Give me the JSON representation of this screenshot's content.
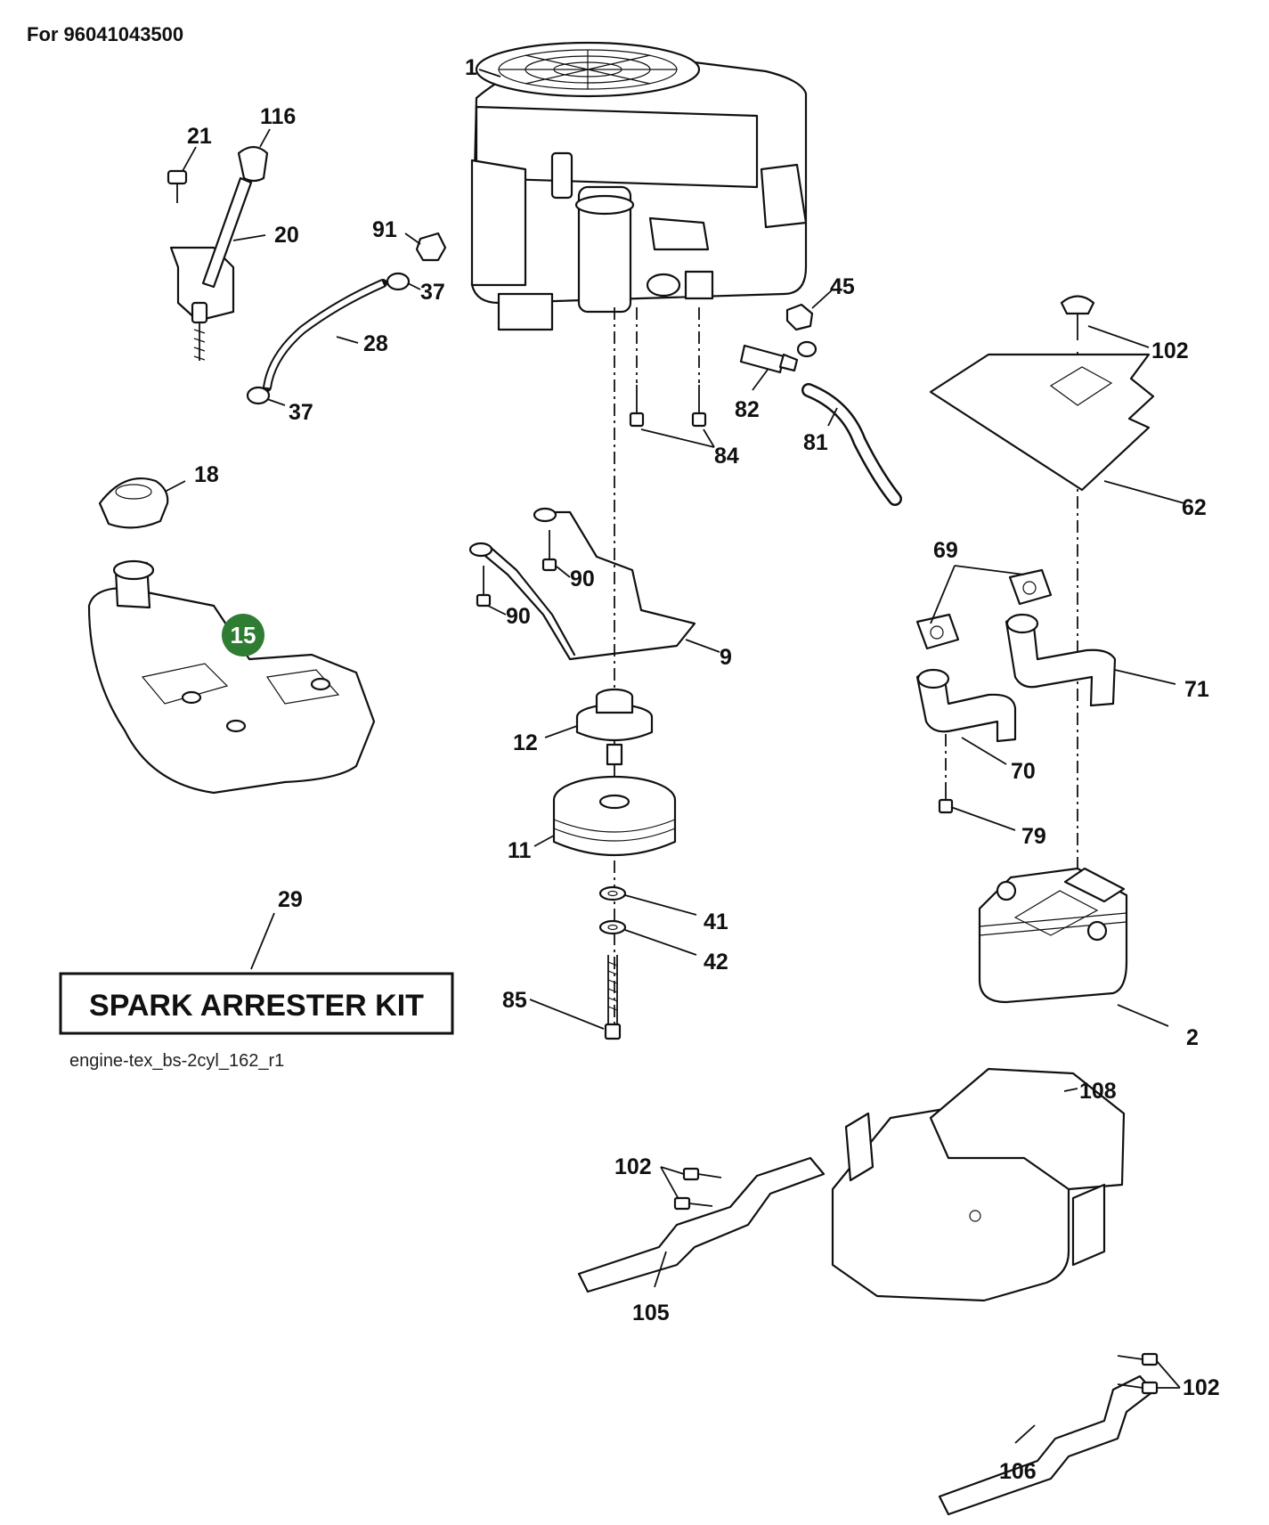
{
  "header": {
    "model_caption": "For 96041043500"
  },
  "kit_box": {
    "label": "SPARK ARRESTER KIT",
    "ref_number": "29"
  },
  "diagram_filename": "engine-tex_bs-2cyl_162_r1",
  "highlight": {
    "number": "15",
    "color": "#2e7d32"
  },
  "callouts": [
    {
      "key": "c1",
      "number": "1"
    },
    {
      "key": "c116",
      "number": "116"
    },
    {
      "key": "c21",
      "number": "21"
    },
    {
      "key": "c20",
      "number": "20"
    },
    {
      "key": "c91",
      "number": "91"
    },
    {
      "key": "c37a",
      "number": "37"
    },
    {
      "key": "c28",
      "number": "28"
    },
    {
      "key": "c37b",
      "number": "37"
    },
    {
      "key": "c45",
      "number": "45"
    },
    {
      "key": "c102a",
      "number": "102"
    },
    {
      "key": "c82",
      "number": "82"
    },
    {
      "key": "c84",
      "number": "84"
    },
    {
      "key": "c81",
      "number": "81"
    },
    {
      "key": "c18",
      "number": "18"
    },
    {
      "key": "c62",
      "number": "62"
    },
    {
      "key": "c90a",
      "number": "90"
    },
    {
      "key": "c90b",
      "number": "90"
    },
    {
      "key": "c69",
      "number": "69"
    },
    {
      "key": "c9",
      "number": "9"
    },
    {
      "key": "c71",
      "number": "71"
    },
    {
      "key": "c12",
      "number": "12"
    },
    {
      "key": "c70",
      "number": "70"
    },
    {
      "key": "c79",
      "number": "79"
    },
    {
      "key": "c11",
      "number": "11"
    },
    {
      "key": "c41",
      "number": "41"
    },
    {
      "key": "c42",
      "number": "42"
    },
    {
      "key": "c85",
      "number": "85"
    },
    {
      "key": "c2",
      "number": "2"
    },
    {
      "key": "c108",
      "number": "108"
    },
    {
      "key": "c102b",
      "number": "102"
    },
    {
      "key": "c105",
      "number": "105"
    },
    {
      "key": "c102c",
      "number": "102"
    },
    {
      "key": "c106",
      "number": "106"
    }
  ]
}
